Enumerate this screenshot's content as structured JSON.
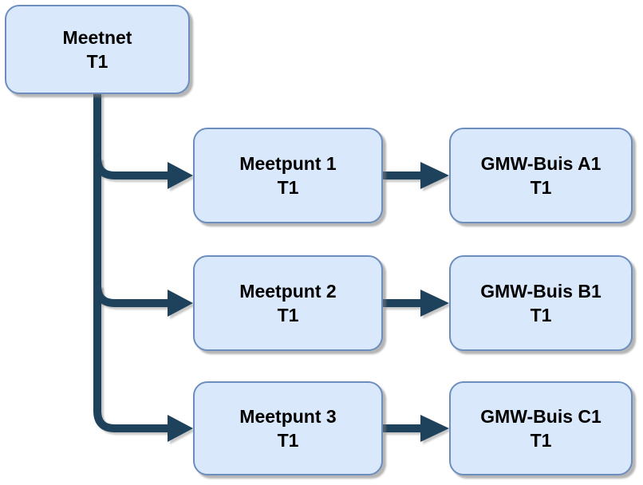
{
  "diagram": {
    "type": "tree-flowchart",
    "node_fill_color": "#dae8fc",
    "node_border_color": "#6c8ebf",
    "connector_color": "#1f425c",
    "text_color": "#000000",
    "nodes": {
      "meetnet": {
        "label": "Meetnet",
        "sublabel": "T1"
      },
      "meetpunt1": {
        "label": "Meetpunt 1",
        "sublabel": "T1"
      },
      "meetpunt2": {
        "label": "Meetpunt 2",
        "sublabel": "T1"
      },
      "meetpunt3": {
        "label": "Meetpunt 3",
        "sublabel": "T1"
      },
      "gmw_a1": {
        "label": "GMW-Buis A1",
        "sublabel": "T1"
      },
      "gmw_b1": {
        "label": "GMW-Buis B1",
        "sublabel": "T1"
      },
      "gmw_c1": {
        "label": "GMW-Buis C1",
        "sublabel": "T1"
      }
    },
    "edges": [
      {
        "from": "meetnet",
        "to": "meetpunt1"
      },
      {
        "from": "meetnet",
        "to": "meetpunt2"
      },
      {
        "from": "meetnet",
        "to": "meetpunt3"
      },
      {
        "from": "meetpunt1",
        "to": "gmw_a1"
      },
      {
        "from": "meetpunt2",
        "to": "gmw_b1"
      },
      {
        "from": "meetpunt3",
        "to": "gmw_c1"
      }
    ]
  }
}
